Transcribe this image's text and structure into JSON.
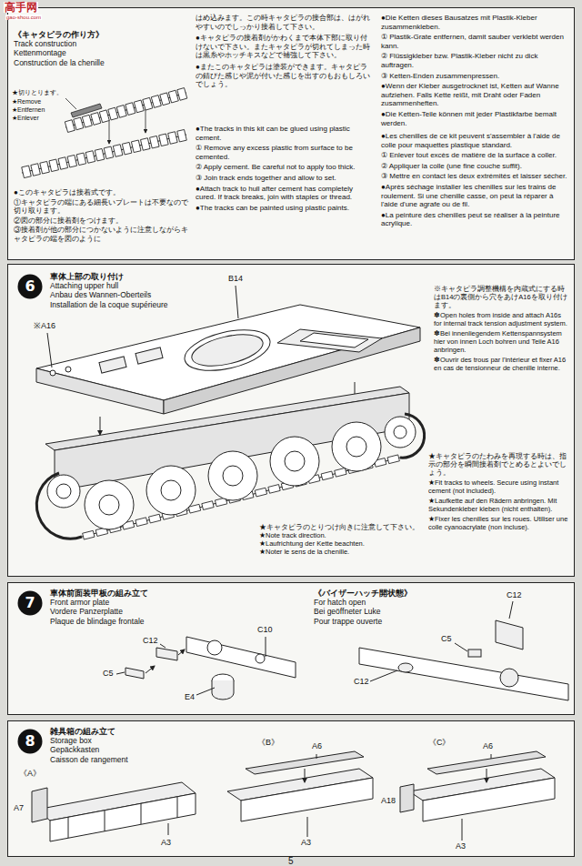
{
  "diagram": {
    "nodes": [
      {
        "text": [
          "《キャタピラの作り方》",
          "Track construction",
          "Kettenmontage",
          "Construction de la chenille",
          "●このキャタピラは接着式です。",
          "①キャタピラの端にある細長いプレートは不要なので切り取ります。",
          "②図の部分に接着剤をつけます。",
          "③接着剤が他の部分につかないように注意しながらキャタピラの端を図のように",
          "はめ込みます。この時キャタピラの接合部は、はがれやすいのでしっかり接着して下さい。",
          "●キャタピラの接着剤がかわくまで本体下部に取り付けないで下さい。またキャタピラが切れてしまった時は黒糸やホッチキスなどで補強して下さい。",
          "●またこのキャタピラは塗装ができます。キャタピラの錆びた感じや泥が付いた感じを出すのもおもしろいでしょう。",
          "●The tracks in this kit can be glued using plastic cement.",
          "① Remove any excess plastic from surface to be cemented.",
          "② Apply cement. Be careful not to apply too thick.",
          "③ Join track ends together and allow to set.",
          "●Attach track to hull after cement has completely cured. If track breaks, join with staples or thread.",
          "●The tracks can be painted using plastic paints.",
          "●Die Ketten dieses Bausatzes mit Plastik-Kleber zusammenkleben.",
          "① Plastik-Grate entfernen, damit sauber verklebt werden kann.",
          "② Flüssigkleber bzw. Plastik-Kleber nicht zu dick auftragen.",
          "③ Ketten-Enden zusammenpressen.",
          "●Wenn der Kleber ausgetrocknet ist, Ketten auf Wanne aufziehen. Falls Kette reißt, mit Draht oder Faden zusammenheften.",
          "●Die Ketten-Teile können mit jeder Plastikfarbe bemalt werden.",
          "●Les chenilles de ce kit peuvent s'assembler à l'aide de colle pour maquettes plastique standard.",
          "① Enlever tout excès de matière de la surface à coller.",
          "② Appliquer la colle (une fine couche suffit).",
          "③ Mettre en contact les deux extrémités et laisser sécher.",
          "●Après séchage installer les chenilles sur les trains de roulement. Si une chenille casse, on peut la réparer à l'aide d'une agrafe ou de fil.",
          "●La peinture des chenilles peut se réaliser à la peinture acrylique."
        ]
      },
      {
        "text": [
          "車体上部の取り付け",
          "Attaching upper hull",
          "Anbau des Wannen-Oberteils",
          "Installation de la coque supérieure",
          "※キャタピラ調整機構を内蔵式にする時はB14の裏側から穴をあけA16を取り付けます。",
          "✽Open holes from inside and attach A16s for internal track tension adjustment system.",
          "✽Bei innenliegendem Kettenspannsystem hier von innen Loch bohren und Teile A16 anbringen.",
          "✽Ouvrir des trous par l'intérieur et fixer A16 en cas de tensionneur de chenille interne.",
          "★キャタピラのたわみを再現する時は、指示の部分を瞬間接着剤でとめるとよいでしょう。",
          "★Fit tracks to wheels. Secure using instant cement (not included).",
          "★Laufkette auf den Rädern anbringen. Mit Sekundenkleber kleben (nicht enthalten).",
          "★Fixer les chenilles sur les roues. Utiliser une colle cyanoacrylate (non incluse).",
          "★キャタピラのとりつけ向きに注意して下さい。",
          "★Note track direction.",
          "★Laufrichtung der Kette beachten.",
          "★Noter le sens de la chenille."
        ]
      },
      {
        "text": [
          "6"
        ],
        "in": 1
      },
      {
        "text": [
          "車体前面装甲板の組み立て",
          "Front armor plate",
          "Vordere Panzerplatte",
          "Plaque de blindage frontale",
          "《バイザーハッチ開状態》",
          "For hatch open",
          "Bei geöffneter Luke",
          "Pour trappe ouverte"
        ]
      },
      {
        "text": [
          "7"
        ],
        "in": 3
      },
      {
        "text": [
          "雑具箱の組み立て",
          "Storage box",
          "Gepäckkasten",
          "Caisson de rangement"
        ]
      },
      {
        "text": [
          "8"
        ],
        "in": 5
      }
    ],
    "labels": [
      "高手网",
      "gao-shou.com",
      "★切りとります。",
      "★Remove",
      "★Entfernen",
      "★Enlever",
      "B14",
      "※A16",
      "C12",
      "C5",
      "C10",
      "E4",
      "C12",
      "C5",
      "C12",
      "《A》",
      "A7",
      "A3",
      "《B》",
      "A6",
      "A3",
      "《C》",
      "A6",
      "A18",
      "A3",
      "5"
    ]
  }
}
